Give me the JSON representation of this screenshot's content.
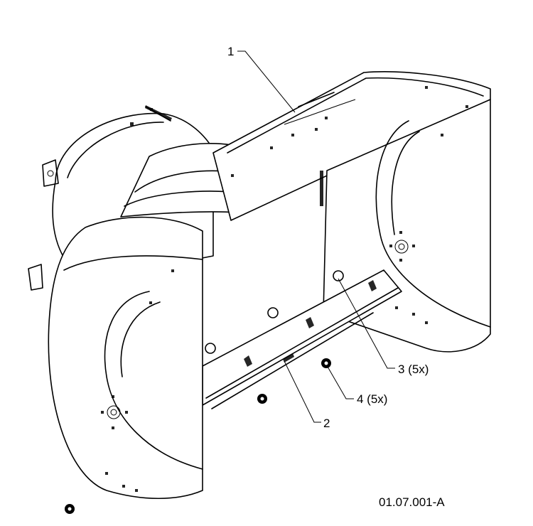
{
  "callouts": [
    {
      "id": "1",
      "text": "1"
    },
    {
      "id": "2",
      "text": "2"
    },
    {
      "id": "3",
      "text": "3 (5x)"
    },
    {
      "id": "4",
      "text": "4 (5x)"
    }
  ],
  "figure_code": "01.07.001-A"
}
